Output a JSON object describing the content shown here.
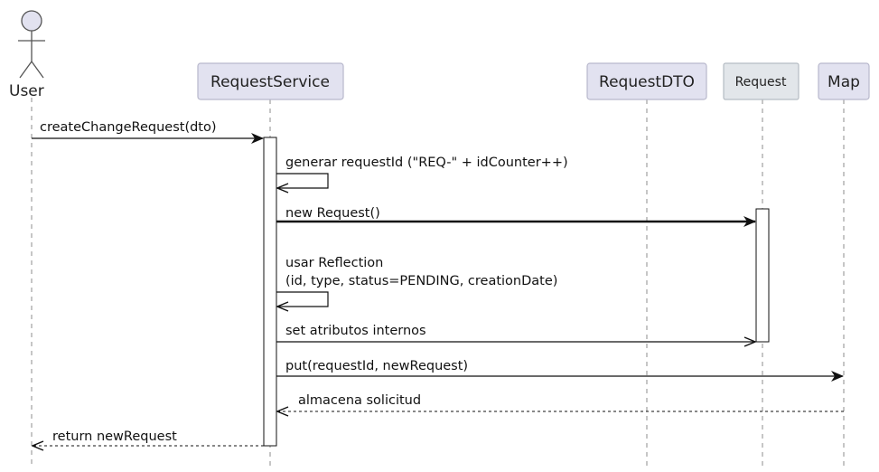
{
  "colors": {
    "participant_fill": "#e2e2f0",
    "participant_stroke": "#b8b8cc",
    "request_fill": "#e2e6ea",
    "request_stroke": "#b5bcc3",
    "line": "#111111",
    "lifeline": "#8c8c8c",
    "activation_fill": "#ffffff"
  },
  "participants": {
    "user": "User",
    "request_service": "RequestService",
    "request_dto": "RequestDTO",
    "request": "Request",
    "map": "Map"
  },
  "messages": {
    "m1": "createChangeRequest(dto)",
    "m2": "generar requestId (\"REQ-\" + idCounter++)",
    "m3": "new Request()",
    "m4_line1": "usar Reflection",
    "m4_line2": "(id, type, status=PENDING, creationDate)",
    "m5": "set atributos internos",
    "m6": "put(requestId, newRequest)",
    "m7": "almacena solicitud",
    "m8": "return newRequest"
  }
}
